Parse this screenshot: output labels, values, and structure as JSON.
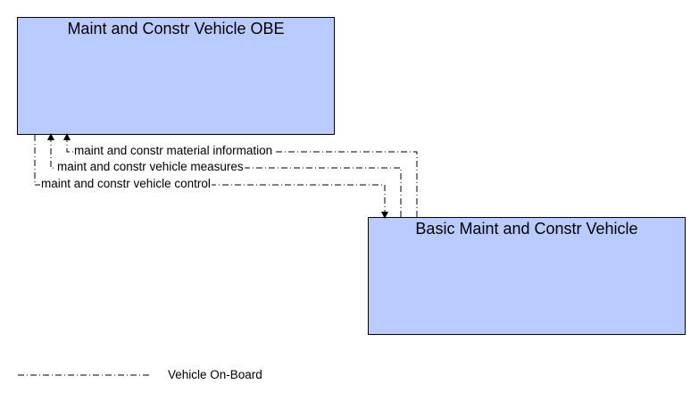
{
  "nodes": {
    "obe": {
      "label": "Maint and Constr Vehicle OBE"
    },
    "basic_vehicle": {
      "label": "Basic Maint and Constr Vehicle"
    }
  },
  "flows": [
    {
      "label": "maint and constr material information",
      "from": "Basic Maint and Constr Vehicle",
      "to": "Maint and Constr Vehicle OBE"
    },
    {
      "label": "maint and constr vehicle measures",
      "from": "Basic Maint and Constr Vehicle",
      "to": "Maint and Constr Vehicle OBE"
    },
    {
      "label": "maint and constr vehicle control",
      "from": "Maint and Constr Vehicle OBE",
      "to": "Basic Maint and Constr Vehicle"
    }
  ],
  "legend": {
    "label": "Vehicle On-Board"
  },
  "colors": {
    "box_fill": "#b9cbff",
    "line": "#000000"
  }
}
